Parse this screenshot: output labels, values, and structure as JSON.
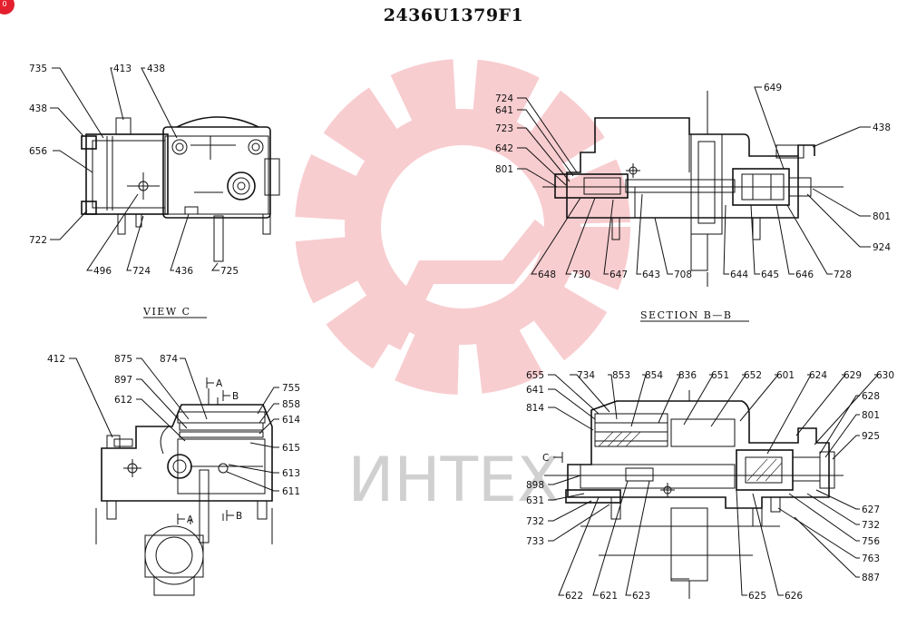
{
  "drawing": {
    "title": "2436U1379F1",
    "badge": "0",
    "watermark_text": "ИНТЕХ",
    "watermark_color": "#e4202e"
  },
  "views": {
    "view_c": {
      "caption": "VIEW  C",
      "labels": [
        "735",
        "413",
        "438",
        "438",
        "656",
        "722",
        "496",
        "724",
        "436",
        "725"
      ]
    },
    "section_bb": {
      "caption": "SECTION  B—B",
      "labels": [
        "724",
        "641",
        "723",
        "642",
        "801",
        "649",
        "438",
        "801",
        "924",
        "648",
        "730",
        "647",
        "643",
        "708",
        "644",
        "645",
        "646",
        "728"
      ]
    },
    "side_view": {
      "labels": [
        "412",
        "875",
        "874",
        "897",
        "612",
        "755",
        "858",
        "614",
        "615",
        "613",
        "611"
      ],
      "section_marks": [
        "A",
        "B",
        "A",
        "B"
      ]
    },
    "section_aa": {
      "labels": [
        "655",
        "734",
        "853",
        "854",
        "836",
        "651",
        "652",
        "601",
        "624",
        "629",
        "630",
        "641",
        "628",
        "814",
        "801",
        "925",
        "898",
        "631",
        "732",
        "733",
        "627",
        "732",
        "756",
        "763",
        "887",
        "622",
        "621",
        "623",
        "625",
        "626"
      ],
      "mark_c": "C"
    }
  }
}
